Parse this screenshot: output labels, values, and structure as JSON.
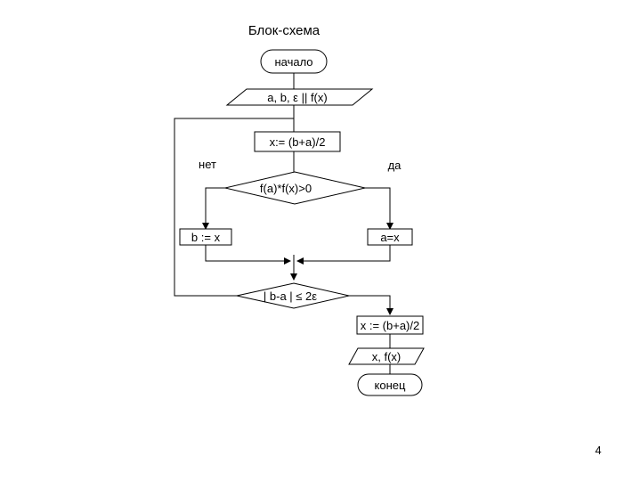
{
  "title": "Блок-схема",
  "nodes": {
    "start": "начало",
    "input": "a, b, ε   || f(x)",
    "midpoint": "x:= (b+a)/2",
    "condition": "f(a)*f(x)>0",
    "assign_b": "b := x",
    "assign_a": "a=x",
    "check": "| b-a | ≤ 2ε",
    "final_midpoint": "x := (b+a)/2",
    "output": "x, f(x)",
    "end": "конец"
  },
  "branches": {
    "no": "нет",
    "yes": "да"
  },
  "page_number": "4"
}
